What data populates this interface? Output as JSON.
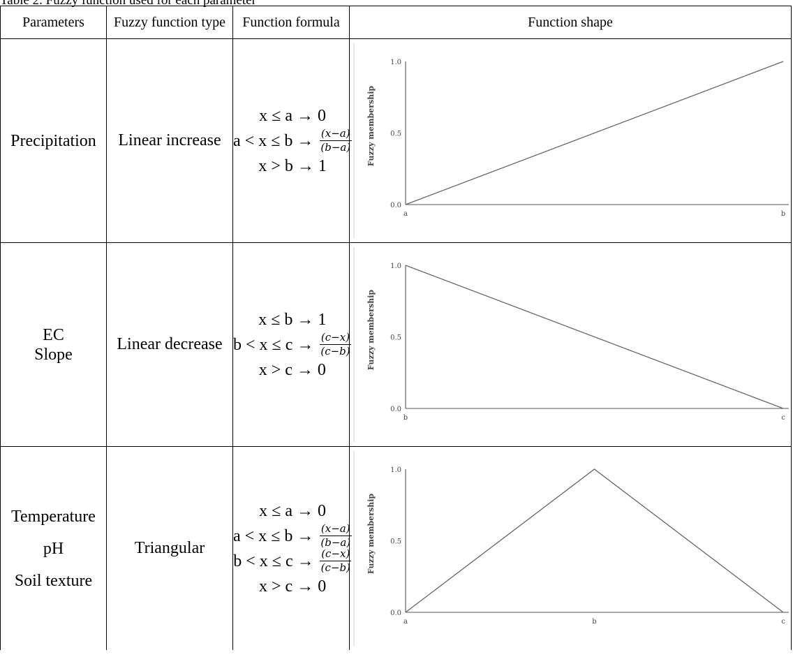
{
  "caption": "Table 2. Fuzzy function used for each parameter",
  "headers": {
    "parameters": "Parameters",
    "type": "Fuzzy function type",
    "formula": "Function formula",
    "shape": "Function shape"
  },
  "rows": [
    {
      "params": [
        "Precipitation"
      ],
      "type": "Linear increase",
      "formula": [
        {
          "cond": "x ≤ a → 0"
        },
        {
          "cond": "a < x ≤ b →",
          "num": "(x−a)",
          "den": "(b−a)"
        },
        {
          "cond": "x > b → 1"
        }
      ],
      "y_title": "Fuzzy membership",
      "y_ticks": [
        "1.0",
        "0.5",
        "0.0"
      ],
      "x_ticks": [
        "a",
        "b"
      ]
    },
    {
      "params": [
        "EC",
        "Slope"
      ],
      "type": "Linear decrease",
      "formula": [
        {
          "cond": "x ≤ b → 1"
        },
        {
          "cond": "b < x ≤ c →",
          "num": "(c−x)",
          "den": "(c−b)"
        },
        {
          "cond": "x > c → 0"
        }
      ],
      "y_title": "Fuzzy membership",
      "y_ticks": [
        "1.0",
        "0.5",
        "0.0"
      ],
      "x_ticks": [
        "b",
        "c"
      ]
    },
    {
      "params": [
        "Temperature",
        "pH",
        "Soil texture"
      ],
      "type": "Triangular",
      "formula": [
        {
          "cond": "x ≤ a → 0"
        },
        {
          "cond": "a < x ≤ b →",
          "num": "(x−a)",
          "den": "(b−a)"
        },
        {
          "cond": "b < x ≤ c →",
          "num": "(c−x)",
          "den": "(c−b)"
        },
        {
          "cond": "x > c → 0"
        }
      ],
      "y_title": "Fuzzy membership",
      "y_ticks": [
        "1.0",
        "0.5",
        "0.0"
      ],
      "x_ticks": [
        "a",
        "b",
        "c"
      ]
    }
  ],
  "chart_data": [
    {
      "type": "line",
      "x": [
        "a",
        "b"
      ],
      "series": [
        {
          "values": [
            0.0,
            1.0
          ]
        }
      ],
      "ylabel": "Fuzzy membership",
      "ylim": [
        0,
        1
      ],
      "y_ticks": [
        0.0,
        0.5,
        1.0
      ],
      "grid": false
    },
    {
      "type": "line",
      "x": [
        "b",
        "c"
      ],
      "series": [
        {
          "values": [
            1.0,
            0.0
          ]
        }
      ],
      "ylabel": "Fuzzy membership",
      "ylim": [
        0,
        1
      ],
      "y_ticks": [
        0.0,
        0.5,
        1.0
      ],
      "grid": false
    },
    {
      "type": "line",
      "x": [
        "a",
        "b",
        "c"
      ],
      "series": [
        {
          "values": [
            0.0,
            1.0,
            0.0
          ]
        }
      ],
      "ylabel": "Fuzzy membership",
      "ylim": [
        0,
        1
      ],
      "y_ticks": [
        0.0,
        0.5,
        1.0
      ],
      "grid": false
    }
  ]
}
